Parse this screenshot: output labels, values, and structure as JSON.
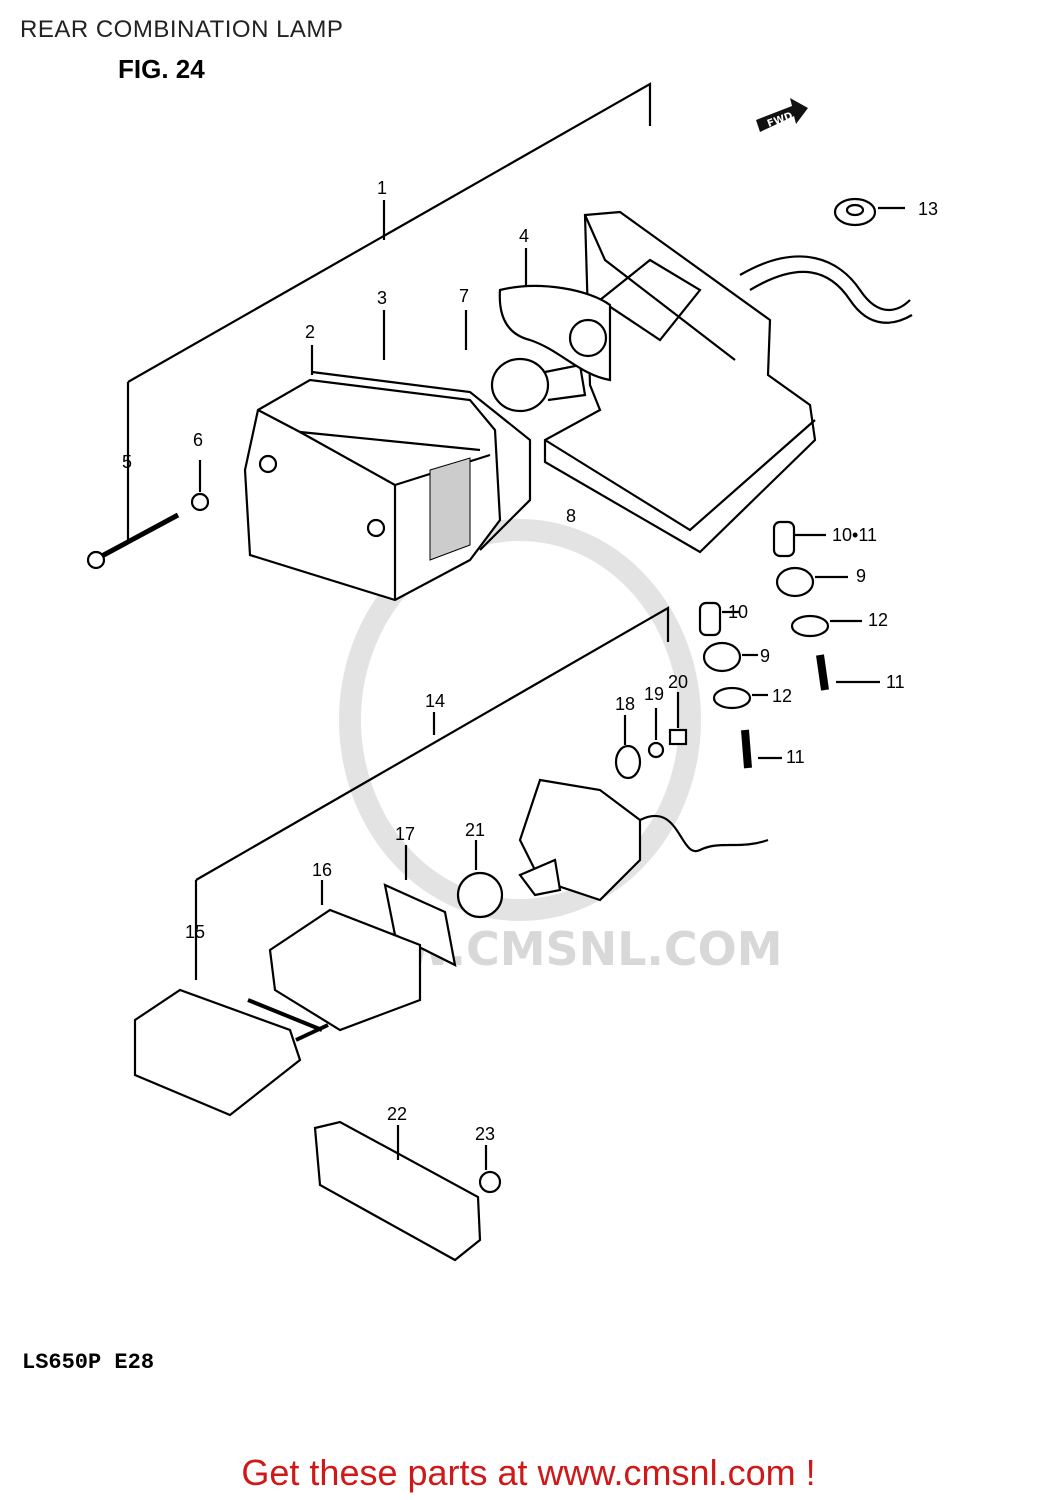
{
  "header": {
    "title": "REAR COMBINATION LAMP",
    "figure": "FIG. 24"
  },
  "diagram": {
    "direction_label": "FWD",
    "watermark_text": "WWW.CMSNL.COM",
    "callouts": [
      "1",
      "2",
      "3",
      "4",
      "5",
      "6",
      "7",
      "8",
      "9",
      "9",
      "10",
      "10•11",
      "11",
      "11",
      "12",
      "12",
      "13",
      "14",
      "15",
      "16",
      "17",
      "18",
      "19",
      "20",
      "21",
      "22",
      "23"
    ]
  },
  "footer": {
    "model_code": "LS650P E28",
    "cta": "Get these parts at www.cmsnl.com !"
  }
}
